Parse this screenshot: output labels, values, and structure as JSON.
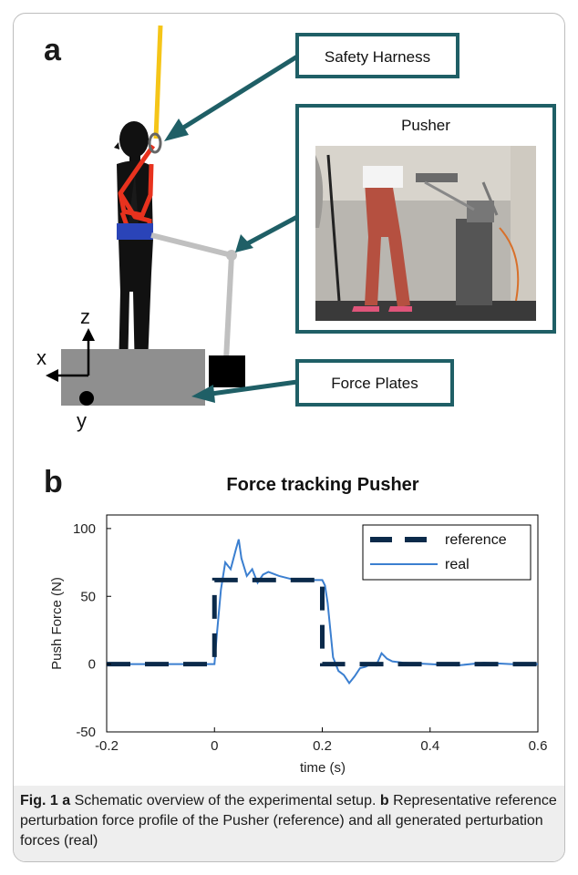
{
  "panel_a": {
    "label": "a",
    "callouts": {
      "harness": "Safety Harness",
      "pusher": "Pusher",
      "force_plates": "Force Plates"
    },
    "axes": {
      "x": "x",
      "y": "y",
      "z": "z"
    },
    "colors": {
      "rope": "#f5c518",
      "harness": "#e8321e",
      "belt": "#2a44b8",
      "arm": "#c0c0c0",
      "plate": "#8f8f8f",
      "callout_border": "#1f5f66",
      "arrow": "#1f5f66"
    }
  },
  "panel_b": {
    "label": "b"
  },
  "chart_data": {
    "type": "line",
    "title": "Force tracking Pusher",
    "xlabel": "time (s)",
    "ylabel": "Push Force (N)",
    "xlim": [
      -0.2,
      0.6
    ],
    "ylim": [
      -50,
      110
    ],
    "xticks": [
      -0.2,
      0,
      0.2,
      0.4,
      0.6
    ],
    "xtick_labels": [
      "-0.2",
      "0",
      "0.2",
      "0.4",
      "0.6"
    ],
    "yticks": [
      -50,
      0,
      50,
      100
    ],
    "ytick_labels": [
      "-50",
      "0",
      "50",
      "100"
    ],
    "legend_position": "top-right",
    "series": [
      {
        "name": "reference",
        "style": "dashed",
        "color": "#0b2a4a",
        "x": [
          -0.2,
          0.0,
          0.0,
          0.2,
          0.2,
          0.6
        ],
        "y": [
          0,
          0,
          62,
          62,
          0,
          0
        ]
      },
      {
        "name": "real",
        "style": "solid",
        "color": "#3b7fd0",
        "x": [
          -0.2,
          -0.1,
          0.0,
          0.004,
          0.012,
          0.02,
          0.03,
          0.04,
          0.045,
          0.05,
          0.06,
          0.07,
          0.08,
          0.09,
          0.1,
          0.12,
          0.14,
          0.16,
          0.18,
          0.2,
          0.205,
          0.21,
          0.215,
          0.22,
          0.23,
          0.24,
          0.25,
          0.26,
          0.27,
          0.28,
          0.29,
          0.3,
          0.31,
          0.32,
          0.33,
          0.35,
          0.4,
          0.45,
          0.5,
          0.55,
          0.6
        ],
        "y": [
          0,
          0,
          0,
          20,
          55,
          75,
          70,
          85,
          92,
          78,
          65,
          70,
          60,
          66,
          68,
          65,
          63,
          62,
          62,
          62,
          58,
          45,
          25,
          5,
          -5,
          -8,
          -14,
          -9,
          -3,
          -2,
          0,
          -1,
          8,
          4,
          2,
          1,
          0,
          -1,
          1,
          0,
          0
        ]
      }
    ]
  },
  "caption": {
    "fig_label": "Fig. 1",
    "part_a": "a",
    "text_a": " Schematic overview of the experimental setup. ",
    "part_b": "b",
    "text_b": " Representative reference perturbation force profile of the Pusher (reference) and all generated perturbation forces (real)"
  }
}
